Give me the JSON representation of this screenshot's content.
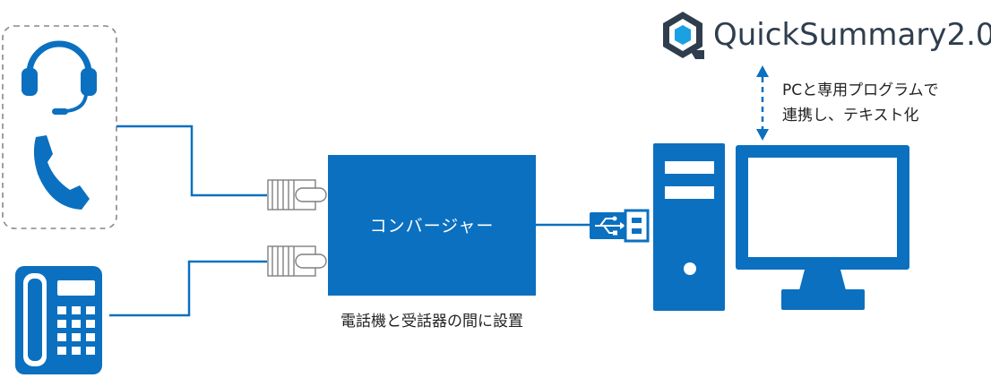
{
  "logo": {
    "name": "QuickSummary",
    "version": "2.0"
  },
  "converter": {
    "label": "コンバージャー"
  },
  "caption": "電話機と受話器の間に設置",
  "link_note": {
    "line1": "PCと専用プログラムで",
    "line2": "連携し、テキスト化"
  },
  "colors": {
    "primary": "#0b70c0",
    "logo_text": "#2f3e4e",
    "dashed_border": "#888888",
    "connector_gray": "#7f7f7f"
  },
  "icons": [
    "headset-icon",
    "handset-icon",
    "desk-phone-icon",
    "rj-plug-icon",
    "usb-plug-icon",
    "desktop-pc-icon"
  ]
}
